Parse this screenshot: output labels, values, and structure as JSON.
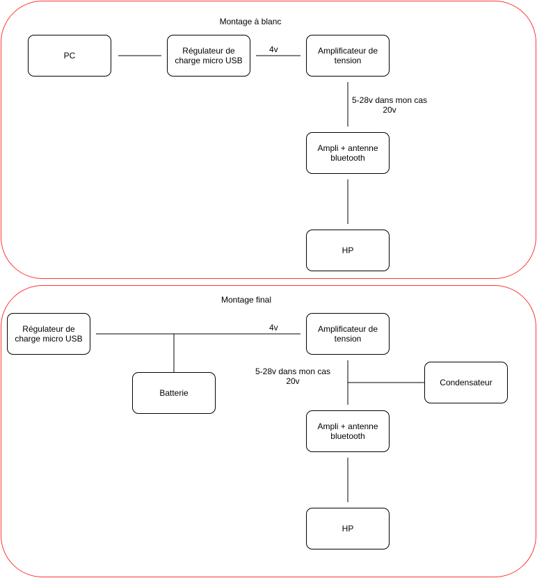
{
  "colors": {
    "group_border": "#ff3333",
    "node_border": "#000000",
    "wire": "#000000"
  },
  "montage_blanc": {
    "title": "Montage à blanc",
    "pc": "PC",
    "regulateur": "Régulateur de charge micro USB",
    "amplificateur": "Amplificateur de tension",
    "ampli_bt": "Ampli + antenne bluetooth",
    "hp": "HP",
    "label_4v": "4v",
    "label_voltage_line1": "5-28v dans mon cas",
    "label_voltage_line2": "20v"
  },
  "montage_final": {
    "title": "Montage final",
    "regulateur": "Régulateur de charge micro USB",
    "batterie": "Batterie",
    "amplificateur": "Amplificateur de tension",
    "condensateur": "Condensateur",
    "ampli_bt": "Ampli + antenne bluetooth",
    "hp": "HP",
    "label_4v": "4v",
    "label_voltage_line1": "5-28v dans mon cas",
    "label_voltage_line2": "20v"
  }
}
